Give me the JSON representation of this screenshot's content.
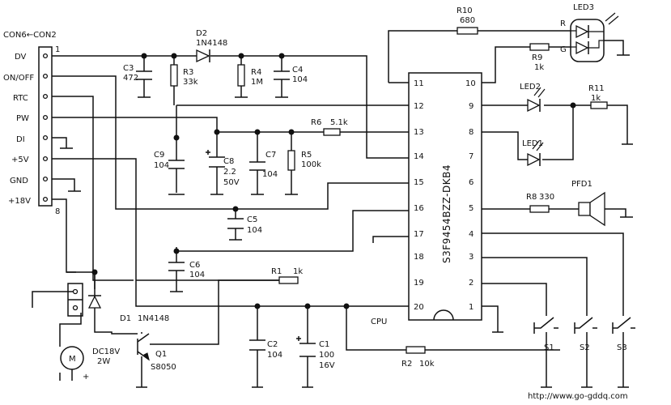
{
  "connector": {
    "title": "CON6←CON2",
    "pins": [
      "DV",
      "ON/OFF",
      "RTC",
      "PW",
      "DI",
      "+5V",
      "GND",
      "+18V"
    ],
    "pin_first": "1",
    "pin_last": "8"
  },
  "chip": {
    "name": "S3F9454BZZ-DKB4",
    "label": "CPU",
    "left_pins": [
      "11",
      "12",
      "13",
      "14",
      "15",
      "16",
      "17",
      "18",
      "19",
      "20"
    ],
    "right_pins": [
      "10",
      "9",
      "8",
      "7",
      "6",
      "5",
      "4",
      "3",
      "2",
      "1"
    ]
  },
  "components": {
    "c3": {
      "ref": "C3",
      "value": "472"
    },
    "d2": {
      "ref": "D2",
      "value": "1N4148"
    },
    "r3": {
      "ref": "R3",
      "value": "33k"
    },
    "r4": {
      "ref": "R4",
      "value": "1M"
    },
    "c4": {
      "ref": "C4",
      "value": "104"
    },
    "r10": {
      "ref": "R10",
      "value": "680"
    },
    "r9": {
      "ref": "R9",
      "value": "1k"
    },
    "led3": {
      "ref": "LED3",
      "r": "R",
      "g": "G"
    },
    "led2": {
      "ref": "LED2"
    },
    "led1": {
      "ref": "LED1"
    },
    "r11": {
      "ref": "R11",
      "value": "1k"
    },
    "r6": {
      "ref": "R6",
      "value": "5.1k"
    },
    "c9": {
      "ref": "C9",
      "value": "104"
    },
    "c8": {
      "ref": "C8",
      "value": "2.2",
      "voltage": "50V"
    },
    "c7": {
      "ref": "C7",
      "value": "104"
    },
    "r5": {
      "ref": "R5",
      "value": "100k"
    },
    "c5": {
      "ref": "C5",
      "value": "104"
    },
    "c6": {
      "ref": "C6",
      "value": "104"
    },
    "r8": {
      "ref": "R8",
      "value": "330"
    },
    "pfd1": {
      "ref": "PFD1"
    },
    "r1": {
      "ref": "R1",
      "value": "1k"
    },
    "d1": {
      "ref": "D1",
      "value": "1N4148"
    },
    "motor": {
      "ref": "M",
      "value": "DC18V",
      "power": "2W"
    },
    "q1": {
      "ref": "Q1",
      "value": "S8050"
    },
    "c2": {
      "ref": "C2",
      "value": "104"
    },
    "c1": {
      "ref": "C1",
      "value": "100",
      "voltage": "16V"
    },
    "r2": {
      "ref": "R2",
      "value": "10k"
    },
    "s1": {
      "ref": "S1"
    },
    "s2": {
      "ref": "S2"
    },
    "s3": {
      "ref": "S3"
    }
  },
  "watermark": "http://www.go-gddq.com"
}
